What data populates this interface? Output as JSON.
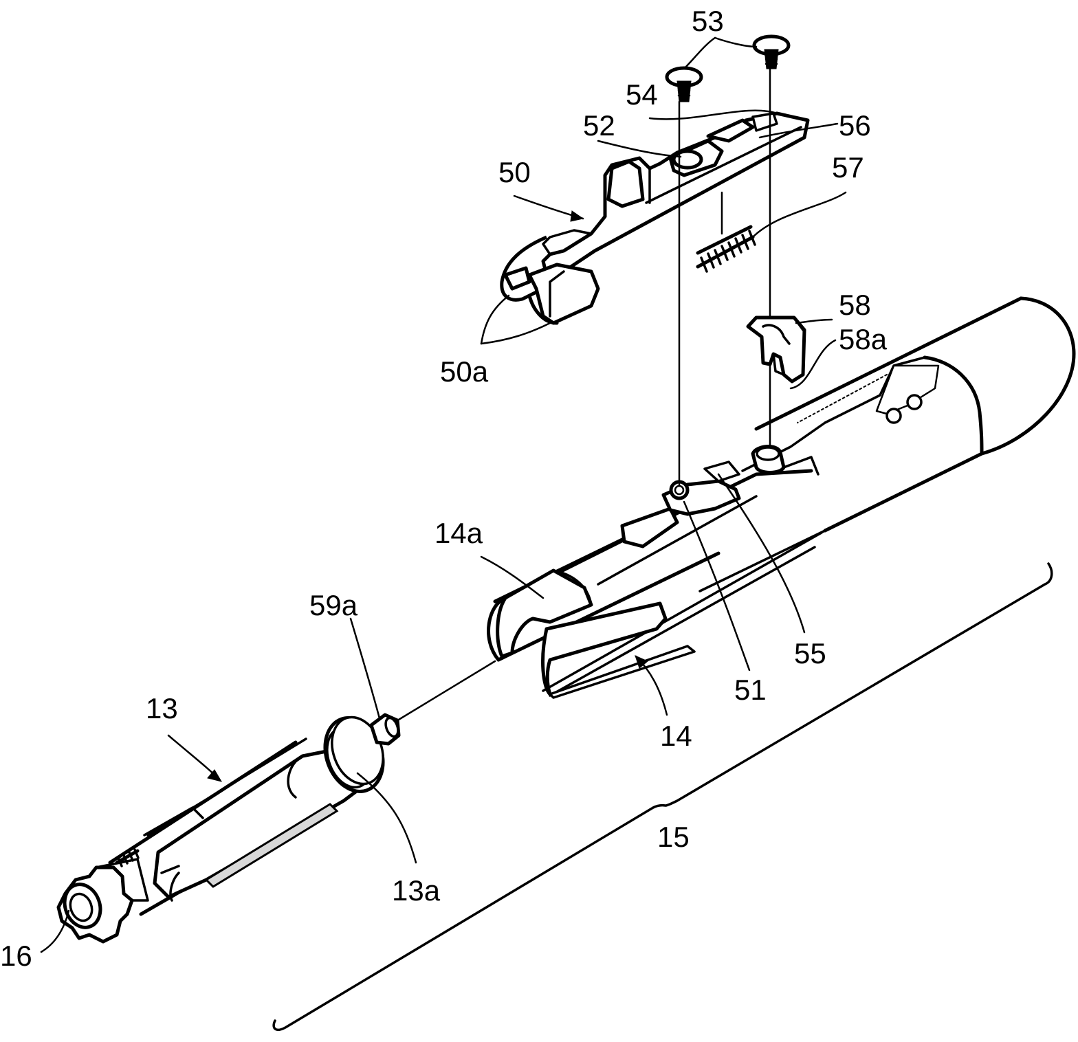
{
  "figure": {
    "labels": {
      "l53": "53",
      "l54": "54",
      "l52": "52",
      "l56": "56",
      "l50": "50",
      "l57": "57",
      "l58": "58",
      "l58a": "58a",
      "l50a": "50a",
      "l14a": "14a",
      "l59a": "59a",
      "l51": "51",
      "l55": "55",
      "l13": "13",
      "l14": "14",
      "l15": "15",
      "l13a": "13a",
      "l16": "16"
    }
  }
}
